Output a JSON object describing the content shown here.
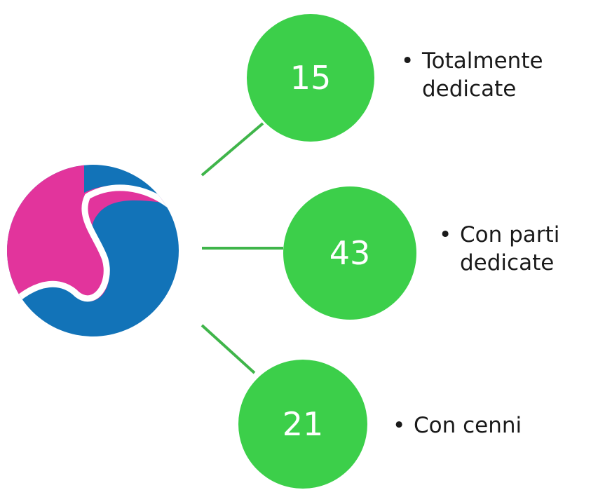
{
  "colors": {
    "accent_green": "#3ccf4a",
    "connector_green": "#3fb54a",
    "logo_pink": "#e2349c",
    "logo_blue": "#1273b8",
    "text_dark": "#1a1a1a"
  },
  "logo": {
    "icon": "stylized-s-wave-logo"
  },
  "items": [
    {
      "value": "15",
      "bullet": "•",
      "label": "Totalmente\ndedicate"
    },
    {
      "value": "43",
      "bullet": "•",
      "label": "Con parti\ndedicate"
    },
    {
      "value": "21",
      "bullet": "•",
      "label": "Con cenni"
    }
  ]
}
